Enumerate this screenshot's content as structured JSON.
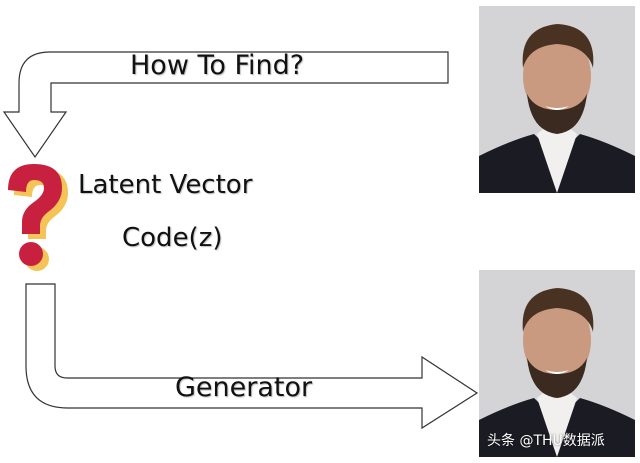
{
  "diagram": {
    "top_arrow": {
      "label": "How To Find?"
    },
    "center": {
      "line1": "Latent Vector",
      "line2": "Code(z)"
    },
    "bottom_arrow": {
      "label": "Generator"
    },
    "question_mark": {
      "icon": "question-mark-icon",
      "fill": "#C8213F",
      "shadow": "#F5C456"
    },
    "photos": [
      {
        "name": "target-face-photo"
      },
      {
        "name": "generated-face-photo",
        "watermark": "头条 @THU数据派"
      }
    ],
    "colors": {
      "stroke": "#333333",
      "background": "#ffffff"
    }
  }
}
